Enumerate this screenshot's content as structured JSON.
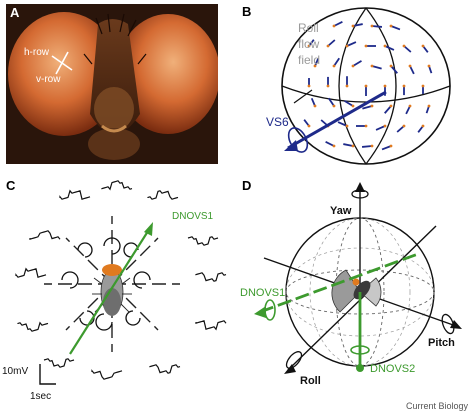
{
  "panels": {
    "a": {
      "letter": "A",
      "labels": {
        "hrow": "h-row",
        "vrow": "v-row"
      }
    },
    "b": {
      "letter": "B",
      "labels": {
        "roll": "Roll",
        "flow": "flow",
        "field": "field",
        "vs6": "VS6"
      }
    },
    "c": {
      "letter": "C",
      "labels": {
        "dnovs1": "DNOVS1",
        "scale_v": "10mV",
        "scale_t": "1sec"
      }
    },
    "d": {
      "letter": "D",
      "labels": {
        "yaw": "Yaw",
        "dnovs1": "DNOVS1",
        "roll": "Roll",
        "pitch": "Pitch",
        "dnovs2": "DNOVS2"
      }
    }
  },
  "footer": "Current Biology",
  "colors": {
    "green": "#3d9a2e",
    "navy": "#1e2a8a",
    "orange": "#e07a1f",
    "photo_bg": "#2a150b"
  }
}
